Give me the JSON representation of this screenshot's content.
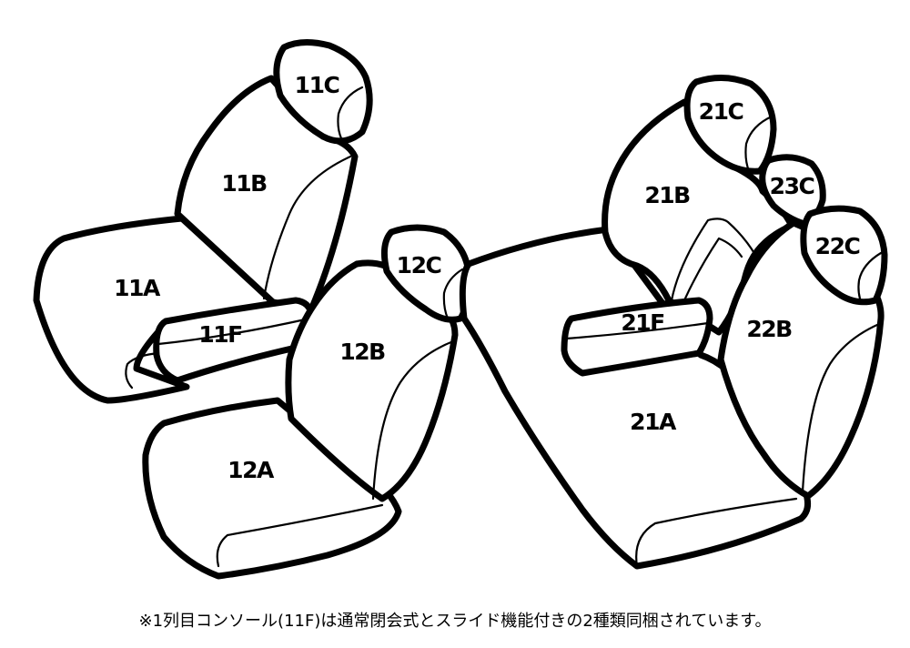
{
  "parts": {
    "11A": "11A",
    "11B": "11B",
    "11C": "11C",
    "11F": "11F",
    "12A": "12A",
    "12B": "12B",
    "12C": "12C",
    "21A": "21A",
    "21B": "21B",
    "21C": "21C",
    "21F": "21F",
    "22B": "22B",
    "22C": "22C",
    "23C": "23C"
  },
  "colors": {
    "line": "#000000",
    "fill": "#ffffff"
  },
  "footnote": "※1列目コンソール(11F)は通常閉会式とスライド機能付きの2種類同梱されています。"
}
